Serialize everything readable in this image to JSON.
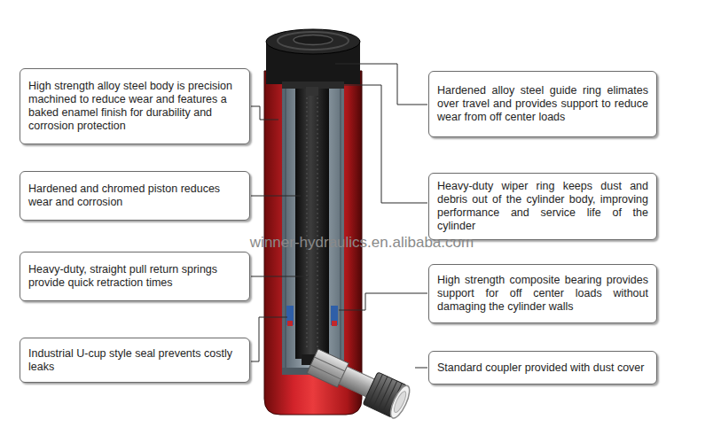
{
  "diagram": {
    "nodes": [
      {
        "text": [
          "High strength alloy steel body is precision machined to reduce wear and features a baked enamel finish for durability and corrosion protection"
        ]
      },
      {
        "text": [
          "Hardened and chromed piston reduces wear and corrosion"
        ]
      },
      {
        "text": [
          "Heavy-duty, straight pull return springs provide quick retraction times"
        ]
      },
      {
        "text": [
          "Industrial U-cup style seal prevents costly leaks"
        ]
      },
      {
        "text": [
          "Hardened alloy steel guide ring elimates over travel and provides support to reduce wear from off center loads"
        ]
      },
      {
        "text": [
          "Heavy-duty wiper ring keeps dust and debris out of the cylinder body, improving performance and service life of the cylinder"
        ]
      },
      {
        "text": [
          "High strength composite bearing provides support for off center loads without damaging the cylinder walls"
        ]
      },
      {
        "text": [
          "Standard coupler provided with dust cover"
        ]
      }
    ],
    "labels": [
      "winner-hydraulics.en.alibaba.com"
    ]
  }
}
